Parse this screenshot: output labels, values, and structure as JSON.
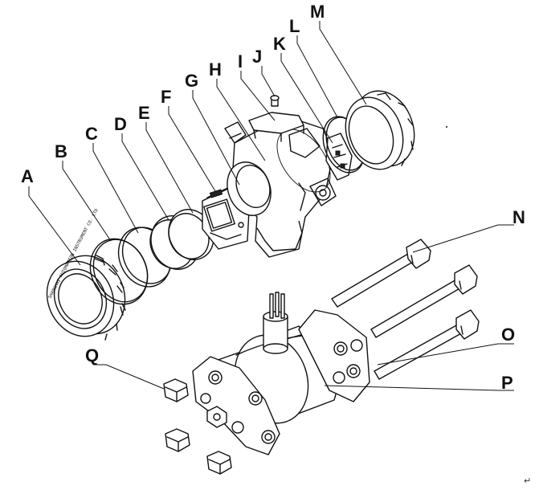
{
  "diagram": {
    "labels": [
      "A",
      "B",
      "C",
      "D",
      "E",
      "F",
      "G",
      "H",
      "I",
      "J",
      "K",
      "L",
      "M",
      "N",
      "O",
      "P",
      "Q"
    ],
    "cover_etching": "SHANGHAI AUTOMATION INSTRUMENT CO. LTD",
    "return_mark": "↵"
  }
}
